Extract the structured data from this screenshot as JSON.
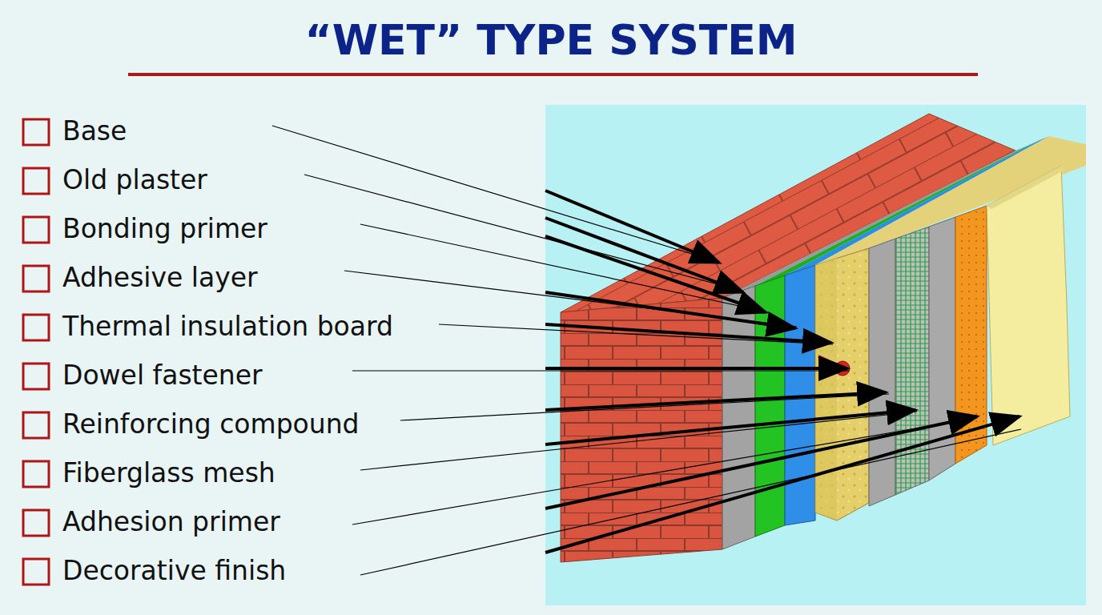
{
  "diagram": {
    "title": "“WET” TYPE SYSTEM",
    "labels": [
      "Base",
      "Old plaster",
      "Bonding primer",
      "Adhesive layer",
      "Thermal insulation board",
      "Dowel fastener",
      "Reinforcing compound",
      "Fiberglass mesh",
      "Adhesion primer",
      "Decorative finish"
    ]
  }
}
